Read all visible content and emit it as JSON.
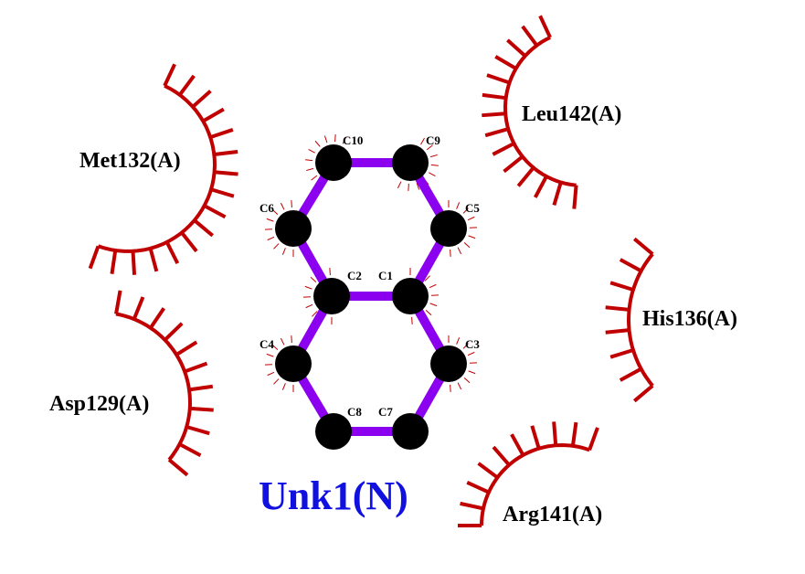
{
  "ligand": {
    "name": "Unk1(N)",
    "atoms": [
      {
        "id": "C10",
        "label": "C10"
      },
      {
        "id": "C9",
        "label": "C9"
      },
      {
        "id": "C6",
        "label": "C6"
      },
      {
        "id": "C5",
        "label": "C5"
      },
      {
        "id": "C2",
        "label": "C2"
      },
      {
        "id": "C1",
        "label": "C1"
      },
      {
        "id": "C4",
        "label": "C4"
      },
      {
        "id": "C3",
        "label": "C3"
      },
      {
        "id": "C8",
        "label": "C8"
      },
      {
        "id": "C7",
        "label": "C7"
      }
    ],
    "bonds": [
      [
        "C10",
        "C9"
      ],
      [
        "C10",
        "C6"
      ],
      [
        "C9",
        "C5"
      ],
      [
        "C6",
        "C2"
      ],
      [
        "C5",
        "C1"
      ],
      [
        "C2",
        "C1"
      ],
      [
        "C2",
        "C4"
      ],
      [
        "C1",
        "C3"
      ],
      [
        "C4",
        "C8"
      ],
      [
        "C3",
        "C7"
      ],
      [
        "C8",
        "C7"
      ]
    ]
  },
  "residues": [
    {
      "id": "met132",
      "label": "Met132(A)"
    },
    {
      "id": "leu142",
      "label": "Leu142(A)"
    },
    {
      "id": "his136",
      "label": "His136(A)"
    },
    {
      "id": "asp129",
      "label": "Asp129(A)"
    },
    {
      "id": "arg141",
      "label": "Arg141(A)"
    }
  ],
  "colors": {
    "bond": "#8b00ee",
    "atom": "#000000",
    "hydrophobic_arc": "#c00000",
    "ligand_name": "#1010e0"
  }
}
